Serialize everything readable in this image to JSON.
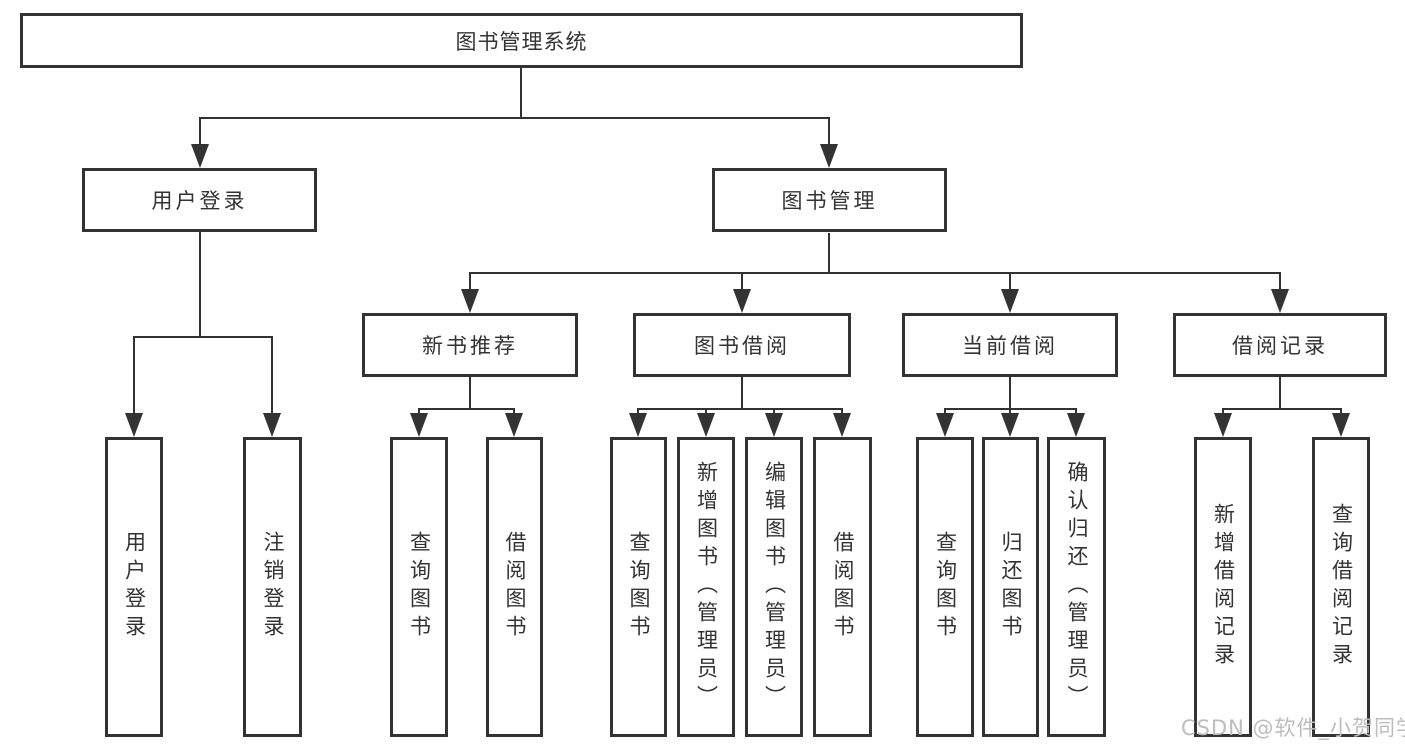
{
  "diagram": {
    "root": "图书管理系统",
    "level2": [
      "用户登录",
      "图书管理"
    ],
    "level3": [
      "新书推荐",
      "图书借阅",
      "当前借阅",
      "借阅记录"
    ],
    "leaves": {
      "user_login": [
        "用户登录",
        "注销登录"
      ],
      "new_book_recommend": [
        "查询图书",
        "借阅图书"
      ],
      "book_borrow": [
        "查询图书",
        "新增图书（管理员）",
        "编辑图书（管理员）",
        "借阅图书"
      ],
      "current_borrow": [
        "查询图书",
        "归还图书",
        "确认归还（管理员）"
      ],
      "borrow_records": [
        "新增借阅记录",
        "查询借阅记录"
      ]
    }
  },
  "watermark": "CSDN @软件_小贺同学",
  "colors": {
    "line": "#333333",
    "text": "#333333",
    "watermark": "#bdbdbd",
    "background": "#ffffff"
  }
}
